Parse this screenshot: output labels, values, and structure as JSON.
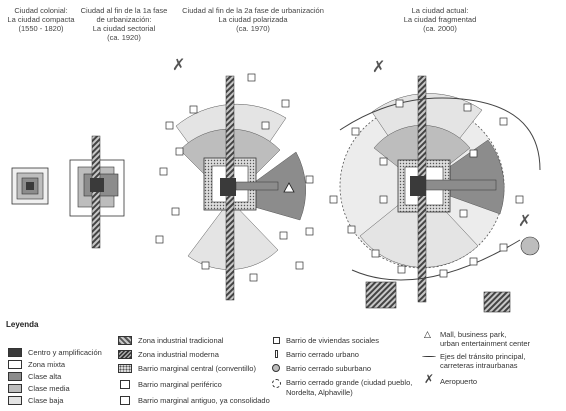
{
  "stages": [
    {
      "id": "colonial",
      "lines": [
        "Ciudad colonial:",
        "La ciudad compacta",
        "(1550 - 1820)"
      ]
    },
    {
      "id": "sectorial",
      "lines": [
        "Ciudad al fin de la 1a fase",
        "de urbanización:",
        "La ciudad sectorial",
        "(ca. 1920)"
      ]
    },
    {
      "id": "polarizada",
      "lines": [
        "Ciudad al fin de la 2a fase de urbanización",
        "La ciudad polarizada",
        "(ca. 1970)"
      ]
    },
    {
      "id": "fragmentada",
      "lines": [
        "La ciudad actual:",
        "La ciudad fragmentad",
        "(ca. 2000)"
      ]
    }
  ],
  "legend": {
    "title": "Leyenda",
    "items": [
      {
        "key": "centro",
        "label": "Centro y amplificación",
        "fill": "#3a3a3a"
      },
      {
        "key": "mixta",
        "label": "Zona mixta",
        "fill": "#ffffff"
      },
      {
        "key": "alta",
        "label": "Clase alta",
        "fill": "#8c8c8c"
      },
      {
        "key": "media",
        "label": "Clase media",
        "fill": "#bdbdbd"
      },
      {
        "key": "baja",
        "label": "Clase baja",
        "fill": "#e4e4e4"
      },
      {
        "key": "ind-trad",
        "label": "Zona industrial tradicional"
      },
      {
        "key": "ind-mod",
        "label": "Zona industrial moderna"
      },
      {
        "key": "conventillo",
        "label": "Barrio marginal central (conventillo)"
      },
      {
        "key": "periferico",
        "label": "Barrio marginal periférico"
      },
      {
        "key": "antiguo",
        "label": "Barrio marginal antiguo, ya consolidado"
      },
      {
        "key": "viviendas",
        "label": "Barrio de viviendas sociales"
      },
      {
        "key": "cerrado-urbano",
        "label": "Barrio cerrado urbano"
      },
      {
        "key": "cerrado-suburbano",
        "label": "Barrio cerrado suburbano"
      },
      {
        "key": "cerrado-grande",
        "label": "Barrio cerrado grande (ciudad pueblo,",
        "label2": "Nordelta, Alphaville)"
      },
      {
        "key": "mall",
        "label": "Mall, business park,",
        "label2": "urban entertainment center"
      },
      {
        "key": "ejes",
        "label": "Ejes del tránsito principal,",
        "label2": "carreteras intraurbanas"
      },
      {
        "key": "aeropuerto",
        "label": "Aeropuerto"
      }
    ]
  }
}
